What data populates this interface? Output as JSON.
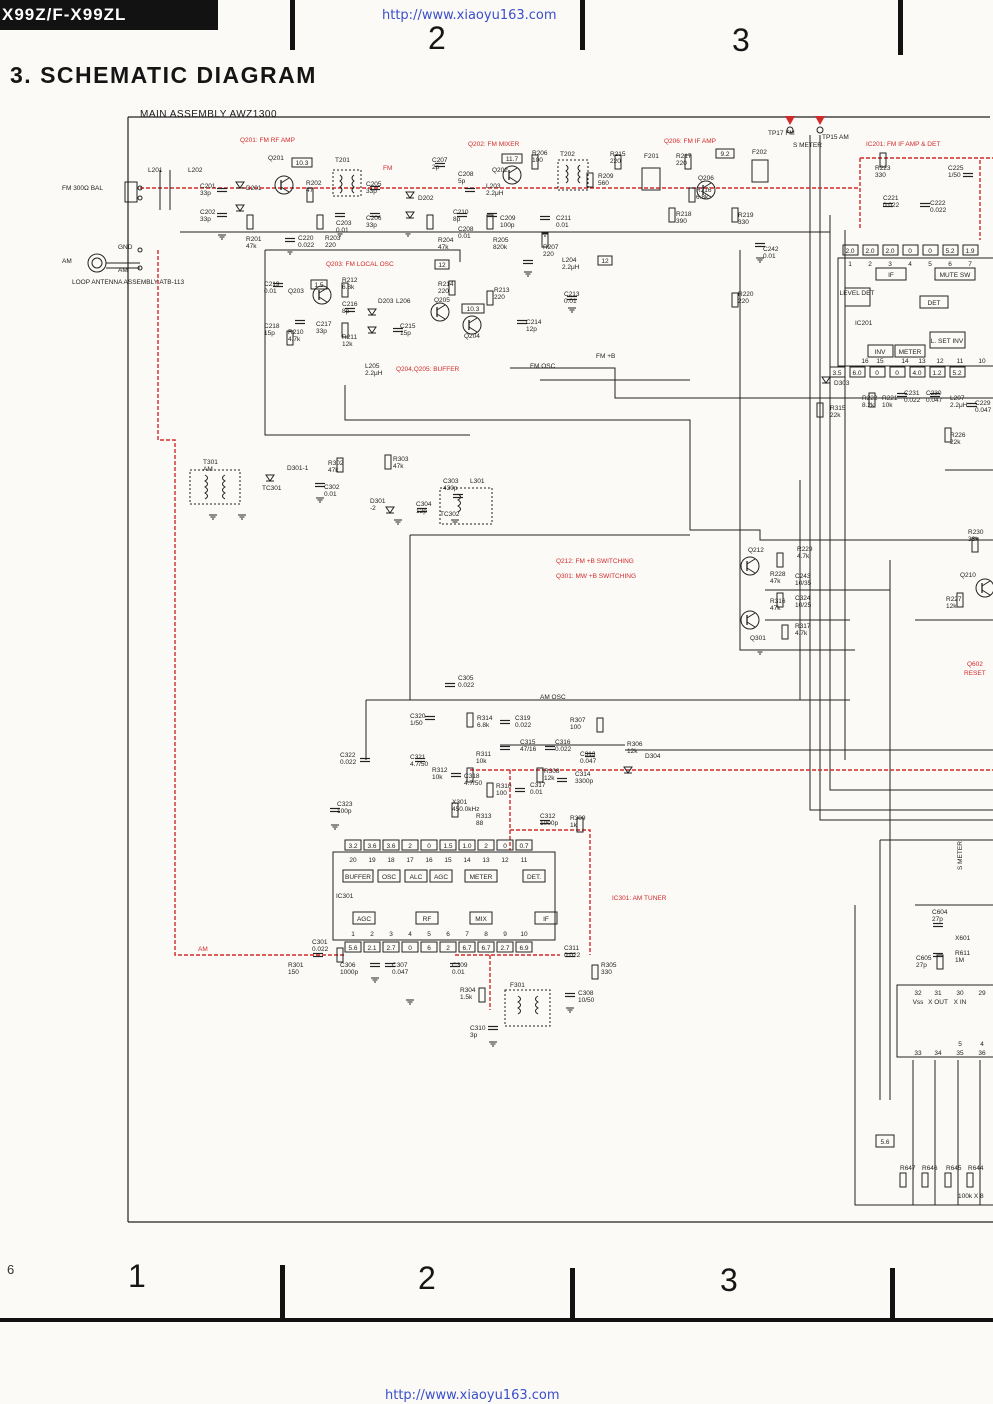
{
  "header": {
    "model": "X99Z/F-X99ZL",
    "url": "http://www.xiaoyu163.com",
    "title": "3. SCHEMATIC DIAGRAM",
    "assembly": "MAIN ASSEMBLY AWZ1300"
  },
  "grid": {
    "top_numbers": [
      "2",
      "3"
    ],
    "bottom_numbers": [
      "1",
      "2",
      "3"
    ]
  },
  "footer": {
    "page": "6",
    "url": "http://www.xiaoyu163.com"
  },
  "section_labels": {
    "q201": "Q201: FM RF AMP",
    "q202": "Q202: FM MIXER",
    "q206": "Q206: FM IF AMP",
    "ic201": "IC201: FM IF AMP & DET",
    "q203": "Q203: FM LOCAL OSC",
    "q204": "Q204,Q205: BUFFER",
    "q212": "Q212: FM +B SWITCHING",
    "q301": "Q301: MW +B SWITCHING",
    "ic301": "IC301: AM TUNER",
    "q602": "Q602",
    "reset": "RESET",
    "fm": "FM",
    "am": "AM"
  },
  "input_labels": {
    "fm_antenna": "FM 300Ω BAL",
    "gnd": "GND",
    "am": "AM",
    "am_terminal": "AM",
    "loop_antenna": "LOOP ANTENNA ASSEMBLY ATB-113",
    "tp17": "TP17 FM",
    "s_meter": "S METER",
    "tp15": "TP15 AM",
    "fm_b": "FM +B",
    "fm_osc": "FM OSC",
    "am_osc": "AM OSC"
  },
  "components": [
    {
      "ref": "L201",
      "value": ""
    },
    {
      "ref": "L202",
      "value": ""
    },
    {
      "ref": "Q201",
      "value": ""
    },
    {
      "ref": "T201",
      "value": ""
    },
    {
      "ref": "C201",
      "value": "33p"
    },
    {
      "ref": "C202",
      "value": "33p"
    },
    {
      "ref": "D201",
      "value": ""
    },
    {
      "ref": "R201",
      "value": "47k"
    },
    {
      "ref": "R202",
      "value": "47"
    },
    {
      "ref": "C203",
      "value": "0.01"
    },
    {
      "ref": "C205",
      "value": "33p"
    },
    {
      "ref": "C206",
      "value": "33p"
    },
    {
      "ref": "D202",
      "value": ""
    },
    {
      "ref": "C207",
      "value": "2p"
    },
    {
      "ref": "C208",
      "value": "5p"
    },
    {
      "ref": "L203",
      "value": "2.2μH"
    },
    {
      "ref": "C210",
      "value": "8p"
    },
    {
      "ref": "C209",
      "value": "100p"
    },
    {
      "ref": "R203",
      "value": "220"
    },
    {
      "ref": "R204",
      "value": "47k"
    },
    {
      "ref": "R205",
      "value": "820k"
    },
    {
      "ref": "C220",
      "value": "0.022"
    },
    {
      "ref": "Q202",
      "value": ""
    },
    {
      "ref": "R206",
      "value": "100"
    },
    {
      "ref": "T202",
      "value": ""
    },
    {
      "ref": "R209",
      "value": "560"
    },
    {
      "ref": "C211",
      "value": "0.01"
    },
    {
      "ref": "R207",
      "value": "220"
    },
    {
      "ref": "C208",
      "value": "0.01"
    },
    {
      "ref": "L204",
      "value": "2.2μH"
    },
    {
      "ref": "R215",
      "value": "220"
    },
    {
      "ref": "F201",
      "value": ""
    },
    {
      "ref": "R217",
      "value": "220"
    },
    {
      "ref": "R218",
      "value": "390"
    },
    {
      "ref": "R216",
      "value": "6.8k"
    },
    {
      "ref": "Q206",
      "value": ""
    },
    {
      "ref": "F202",
      "value": ""
    },
    {
      "ref": "R219",
      "value": "330"
    },
    {
      "ref": "C242",
      "value": "0.01"
    },
    {
      "ref": "R220",
      "value": "220"
    },
    {
      "ref": "R223",
      "value": "330"
    },
    {
      "ref": "C221",
      "value": "0.022"
    },
    {
      "ref": "C222",
      "value": "0.022"
    },
    {
      "ref": "C225",
      "value": "1/50"
    },
    {
      "ref": "C219",
      "value": "0.01"
    },
    {
      "ref": "Q203",
      "value": ""
    },
    {
      "ref": "R212",
      "value": "6.8k"
    },
    {
      "ref": "C216",
      "value": "8p"
    },
    {
      "ref": "D203",
      "value": ""
    },
    {
      "ref": "L206",
      "value": ""
    },
    {
      "ref": "C215",
      "value": "15p"
    },
    {
      "ref": "C218",
      "value": "15p"
    },
    {
      "ref": "R210",
      "value": "4.7k"
    },
    {
      "ref": "C217",
      "value": "33p"
    },
    {
      "ref": "R211",
      "value": "12k"
    },
    {
      "ref": "R214",
      "value": "220"
    },
    {
      "ref": "Q205",
      "value": ""
    },
    {
      "ref": "R213",
      "value": "220"
    },
    {
      "ref": "Q204",
      "value": ""
    },
    {
      "ref": "C213",
      "value": "0.01"
    },
    {
      "ref": "C214",
      "value": "12p"
    },
    {
      "ref": "L205",
      "value": "2.2μH"
    },
    {
      "ref": "T301",
      "value": "AM"
    },
    {
      "ref": "TC301",
      "value": ""
    },
    {
      "ref": "D301-1",
      "value": ""
    },
    {
      "ref": "R302",
      "value": "47k"
    },
    {
      "ref": "C302",
      "value": "0.01"
    },
    {
      "ref": "R303",
      "value": "47k"
    },
    {
      "ref": "C303",
      "value": "430p"
    },
    {
      "ref": "L301",
      "value": ""
    },
    {
      "ref": "D301",
      "value": "-2"
    },
    {
      "ref": "C304",
      "value": "12p"
    },
    {
      "ref": "TC302",
      "value": ""
    },
    {
      "ref": "Q212",
      "value": ""
    },
    {
      "ref": "R229",
      "value": "4.7k"
    },
    {
      "ref": "R228",
      "value": "47k"
    },
    {
      "ref": "C243",
      "value": "10/35"
    },
    {
      "ref": "R316",
      "value": "47k"
    },
    {
      "ref": "C324",
      "value": "10/25"
    },
    {
      "ref": "Q301",
      "value": ""
    },
    {
      "ref": "R317",
      "value": "4.7k"
    },
    {
      "ref": "C305",
      "value": "0.022"
    },
    {
      "ref": "C320",
      "value": "1/50"
    },
    {
      "ref": "R314",
      "value": "6.8k"
    },
    {
      "ref": "C319",
      "value": "0.022"
    },
    {
      "ref": "R307",
      "value": "100"
    },
    {
      "ref": "C322",
      "value": "0.022"
    },
    {
      "ref": "C321",
      "value": "4.7/50"
    },
    {
      "ref": "C315",
      "value": "47/16"
    },
    {
      "ref": "C316",
      "value": "0.022"
    },
    {
      "ref": "C313",
      "value": "0.047"
    },
    {
      "ref": "R306",
      "value": "12k"
    },
    {
      "ref": "D304",
      "value": ""
    },
    {
      "ref": "R312",
      "value": "10k"
    },
    {
      "ref": "R311",
      "value": "10k"
    },
    {
      "ref": "C318",
      "value": "4.7/50"
    },
    {
      "ref": "R308",
      "value": "12k"
    },
    {
      "ref": "C314",
      "value": "3300p"
    },
    {
      "ref": "X301",
      "value": "450.0kHz"
    },
    {
      "ref": "R310",
      "value": "100"
    },
    {
      "ref": "C317",
      "value": "0.01"
    },
    {
      "ref": "C323",
      "value": "100p"
    },
    {
      "ref": "R313",
      "value": "88"
    },
    {
      "ref": "C312",
      "value": "1000p"
    },
    {
      "ref": "R309",
      "value": "1k"
    },
    {
      "ref": "R301",
      "value": "150"
    },
    {
      "ref": "C301",
      "value": "0.022"
    },
    {
      "ref": "C306",
      "value": "1000p"
    },
    {
      "ref": "C307",
      "value": "0.047"
    },
    {
      "ref": "C309",
      "value": "0.01"
    },
    {
      "ref": "R304",
      "value": "1.5k"
    },
    {
      "ref": "F301",
      "value": ""
    },
    {
      "ref": "C311",
      "value": "0.022"
    },
    {
      "ref": "R305",
      "value": "330"
    },
    {
      "ref": "C308",
      "value": "10/50"
    },
    {
      "ref": "C310",
      "value": "3p"
    },
    {
      "ref": "R230",
      "value": "33k"
    },
    {
      "ref": "Q210",
      "value": ""
    },
    {
      "ref": "R227",
      "value": "12k"
    },
    {
      "ref": "C604",
      "value": "27p"
    },
    {
      "ref": "X601",
      "value": ""
    },
    {
      "ref": "R611",
      "value": "1M"
    },
    {
      "ref": "C605",
      "value": "27p"
    },
    {
      "ref": "R647",
      "value": ""
    },
    {
      "ref": "R646",
      "value": ""
    },
    {
      "ref": "R645",
      "value": ""
    },
    {
      "ref": "R644",
      "value": ""
    },
    {
      "ref": "D303",
      "value": ""
    },
    {
      "ref": "R315",
      "value": "22k"
    },
    {
      "ref": "R222",
      "value": "8.2k"
    },
    {
      "ref": "R221",
      "value": "10k"
    },
    {
      "ref": "C231",
      "value": "0.022"
    },
    {
      "ref": "C230",
      "value": "0.047"
    },
    {
      "ref": "L207",
      "value": "2.2μH"
    },
    {
      "ref": "C229",
      "value": "0.047"
    },
    {
      "ref": "R226",
      "value": "22k"
    }
  ],
  "ic201": {
    "blocks": [
      "IF",
      "MUTE SW",
      "LEVEL DET",
      "DET",
      "L. SET INV",
      "INV",
      "METER"
    ],
    "name": "IC201",
    "pins_top": [
      {
        "num": "1",
        "v": "2.0"
      },
      {
        "num": "2",
        "v": "2.0"
      },
      {
        "num": "3",
        "v": "2.0"
      },
      {
        "num": "4",
        "v": "0"
      },
      {
        "num": "5",
        "v": "0"
      },
      {
        "num": "6",
        "v": "5.2"
      },
      {
        "num": "7",
        "v": "1.9"
      }
    ],
    "pins_bottom": [
      {
        "num": "16",
        "v": "3.5"
      },
      {
        "num": "15",
        "v": "6.0"
      },
      {
        "num": "14",
        "v": "0"
      },
      {
        "num": "13",
        "v": "0"
      },
      {
        "num": "12",
        "v": "4.0"
      },
      {
        "num": "11",
        "v": "1.2"
      },
      {
        "num": "10",
        "v": "5.2"
      }
    ]
  },
  "ic301": {
    "name": "IC301",
    "blocks": [
      "BUFFER",
      "OSC",
      "ALC",
      "AGC",
      "METER",
      "DET.",
      "AGC",
      "RF",
      "MIX",
      "IF"
    ],
    "pins_top": [
      {
        "num": "20",
        "v": "3.2"
      },
      {
        "num": "19",
        "v": "3.6"
      },
      {
        "num": "18",
        "v": "3.6"
      },
      {
        "num": "17",
        "v": "2"
      },
      {
        "num": "16",
        "v": "0"
      },
      {
        "num": "15",
        "v": "1.5"
      },
      {
        "num": "14",
        "v": "1.0"
      },
      {
        "num": "13",
        "v": "2"
      },
      {
        "num": "12",
        "v": "0"
      },
      {
        "num": "11",
        "v": "0.7"
      }
    ],
    "pins_bottom": [
      {
        "num": "1",
        "v": "5.6"
      },
      {
        "num": "2",
        "v": "2.1"
      },
      {
        "num": "3",
        "v": "2.7"
      },
      {
        "num": "4",
        "v": "0"
      },
      {
        "num": "5",
        "v": "6"
      },
      {
        "num": "6",
        "v": "2"
      },
      {
        "num": "7",
        "v": "6.7"
      },
      {
        "num": "8",
        "v": "6.7"
      },
      {
        "num": "9",
        "v": "2.7"
      },
      {
        "num": "10",
        "v": "6.9"
      }
    ]
  },
  "q_voltages": {
    "q201": "10.3",
    "q202": "11.7",
    "q206": "9.2",
    "q205": "10.3",
    "q203": "1.5",
    "q204_tag": "12",
    "q203_tag": "12"
  },
  "ic601": {
    "pins_top": [
      {
        "num": "32",
        "name": "Vss"
      },
      {
        "num": "31",
        "name": "X OUT"
      },
      {
        "num": "30",
        "name": "X IN"
      },
      {
        "num": "29",
        "name": ""
      }
    ],
    "pins_bottom": [
      {
        "num": "33",
        "name": ""
      },
      {
        "num": "34",
        "name": ""
      },
      {
        "num": "35",
        "name": ""
      },
      {
        "num": "36",
        "name": ""
      }
    ],
    "pin_numbers_row": [
      "5",
      "4"
    ],
    "s_meter_label": "S METER",
    "bias_label": "100k X 8",
    "v_tag": "5.6"
  },
  "colors": {
    "signal_red": "#d22a2a",
    "line": "#222222",
    "paper": "#fbfaf7"
  }
}
